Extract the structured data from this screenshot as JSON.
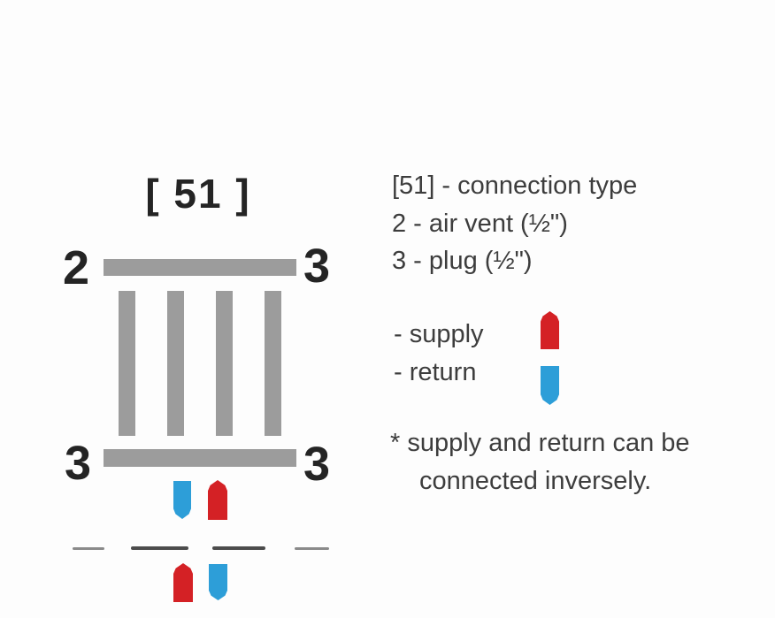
{
  "colors": {
    "background": "#fdfdfd",
    "bar-gray": "#9c9c9c",
    "supply-red": "#d42125",
    "return-blue": "#2d9ed8",
    "text-dark": "#3d3d3d",
    "number-dark": "#242424",
    "dash-dark": "#4c4c4c",
    "dash-light": "#8a8a8a"
  },
  "diagram": {
    "title": "[ 51 ]",
    "top_left_label": "2",
    "top_right_label": "3",
    "bottom_left_label": "3",
    "bottom_right_label": "3"
  },
  "legend": {
    "connection_type": "[51] - connection type",
    "air_vent": "2 - air vent (½\")",
    "plug": "3 - plug (½\")",
    "supply": "- supply",
    "return": "- return"
  },
  "note": {
    "line1": "* supply and return can be",
    "line2": "connected inversely."
  },
  "icons": {
    "supply": "red-up-arrow",
    "return": "blue-down-arrow"
  }
}
